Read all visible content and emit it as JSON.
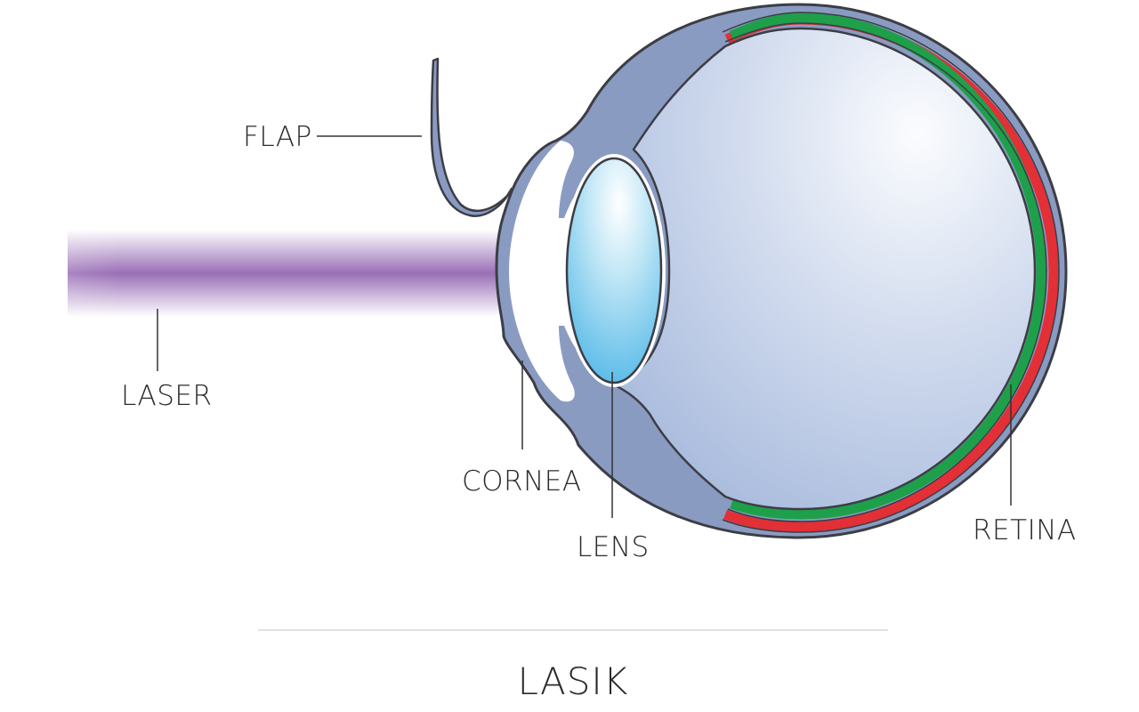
{
  "title": "LASIK",
  "labels": {
    "flap": "FLAP",
    "laser": "LASER",
    "cornea": "CORNEA",
    "lens": "LENS",
    "retina": "RETINA"
  },
  "colors": {
    "sclera": "#8a9bc2",
    "outline": "#3d3d45",
    "retina_green": "#1ea04a",
    "retina_red": "#e32f36",
    "laser_purple": "#9a6fb6",
    "lens_top": "#eaf6fc",
    "lens_bottom": "#4fb6e6",
    "vitreous_light": "#f6f8fc",
    "vitreous_dark": "#aebfe0",
    "divider": "#d9d9d9"
  },
  "icons": {
    "eye": "eye-cross-section-icon",
    "laser": "laser-beam-icon"
  }
}
